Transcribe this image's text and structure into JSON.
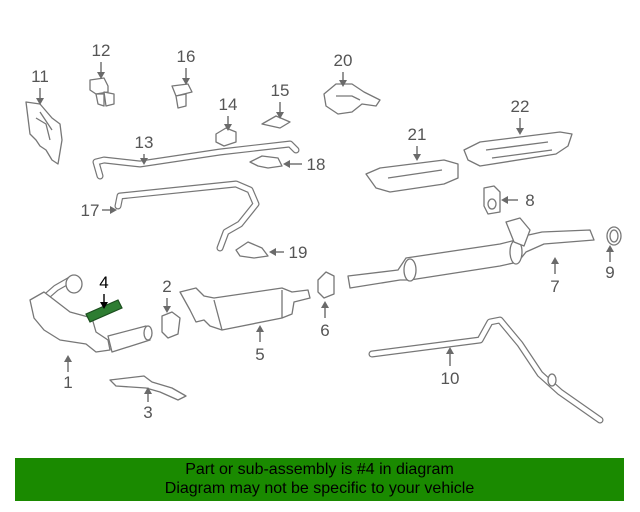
{
  "callouts": {
    "c1": "1",
    "c2": "2",
    "c3": "3",
    "c4": "4",
    "c5": "5",
    "c6": "6",
    "c7": "7",
    "c8": "8",
    "c9": "9",
    "c10": "10",
    "c11": "11",
    "c12": "12",
    "c13": "13",
    "c14": "14",
    "c15": "15",
    "c16": "16",
    "c17": "17",
    "c18": "18",
    "c19": "19",
    "c20": "20",
    "c21": "21",
    "c22": "22"
  },
  "highlighted_part": "4",
  "colors": {
    "banner": "#1a8a00",
    "highlight": "#2e7d32",
    "line_art": "#777777"
  },
  "banner": {
    "line1": "Part or sub-assembly is #4 in diagram",
    "line2": "Diagram may not be specific to your vehicle"
  }
}
